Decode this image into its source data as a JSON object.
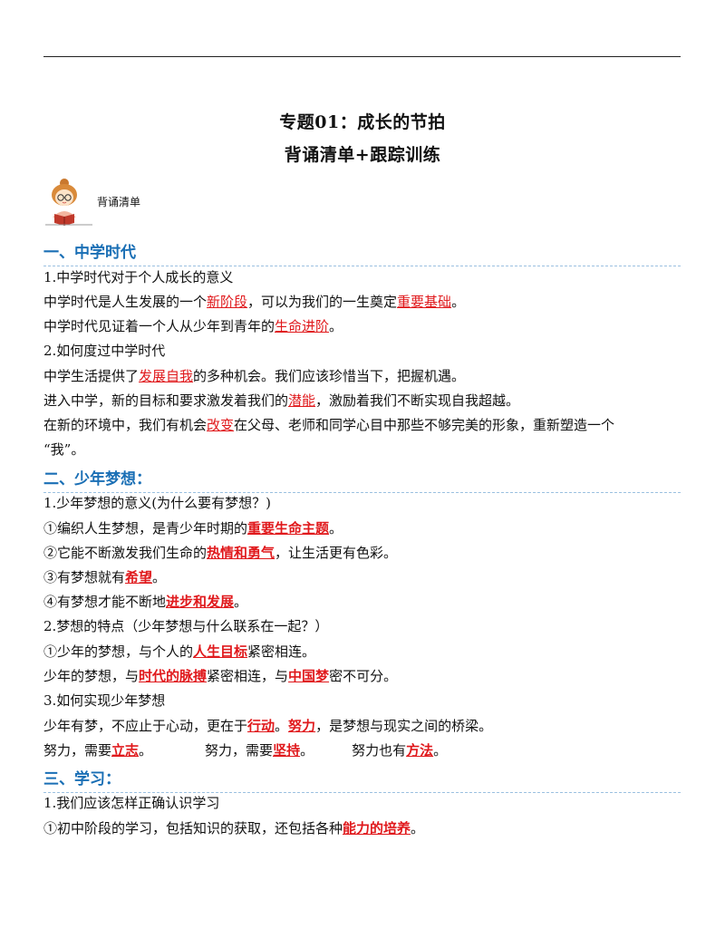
{
  "header": {
    "title_line1": "专题01：成长的节拍",
    "title_line2": "背诵清单+跟踪训练"
  },
  "mascot": {
    "icon": "girl-reading-icon",
    "label": "背诵清单"
  },
  "accent_color": "#1a6fb5",
  "highlight_color": "#e0191c",
  "sections": [
    {
      "heading": "一、中学时代",
      "lines": [
        [
          "1.中学时代对于个人成长的意义"
        ],
        [
          "中学时代是人生发展的一个",
          "新阶段",
          "，可以为我们的一生奠定",
          "重要基础",
          "。"
        ],
        [
          "中学时代见证着一个人从少年到青年的",
          "生命进阶",
          "。"
        ],
        [
          "2.如何度过中学时代"
        ],
        [
          "中学生活提供了",
          "发展自我",
          "的多种机会。我们应该珍惜当下，把握机遇。"
        ],
        [
          "进入中学，新的目标和要求激发着我们的",
          "潜能",
          "，激励着我们不断实现自我超越。"
        ],
        [
          "在新的环境中，我们有机会",
          "改变",
          "在父母、老师和同学心目中那些不够完美的形象，重新塑造一个"
        ],
        [
          "“我”。"
        ]
      ]
    },
    {
      "heading": "二、少年梦想：",
      "lines": [
        [
          "1.少年梦想的意义(为什么要有梦想？)"
        ],
        [
          "①编织人生梦想，是青少年时期的",
          "重要生命主题",
          "。"
        ],
        [
          "②它能不断激发我们生命的",
          "热情和勇气",
          "，让生活更有色彩。"
        ],
        [
          "③有梦想就有",
          "希望",
          "。"
        ],
        [
          "④有梦想才能不断地",
          "进步和发展",
          "。"
        ],
        [
          "2.梦想的特点（少年梦想与什么联系在一起？）"
        ],
        [
          "①少年的梦想，与个人的",
          "人生目标",
          "紧密相连。"
        ],
        [
          "少年的梦想，与",
          "时代的脉搏",
          "紧密相连，与",
          "中国梦",
          "密不可分。"
        ],
        [
          "3.如何实现少年梦想"
        ],
        [
          "少年有梦，不应止于心动，更在于",
          "行动",
          "。",
          "努力",
          "，是梦想与现实之间的桥梁。"
        ],
        [
          "努力，需要",
          "立志",
          "。",
          "努力，需要",
          "坚持",
          "。",
          "努力也有",
          "方法",
          "。"
        ]
      ]
    },
    {
      "heading": "三、学习：",
      "lines": [
        [
          "1.我们应该怎样正确认识学习"
        ],
        [
          "①初中阶段的学习，包括知识的获取，还包括各种",
          "能力的培养",
          "。"
        ]
      ]
    }
  ]
}
